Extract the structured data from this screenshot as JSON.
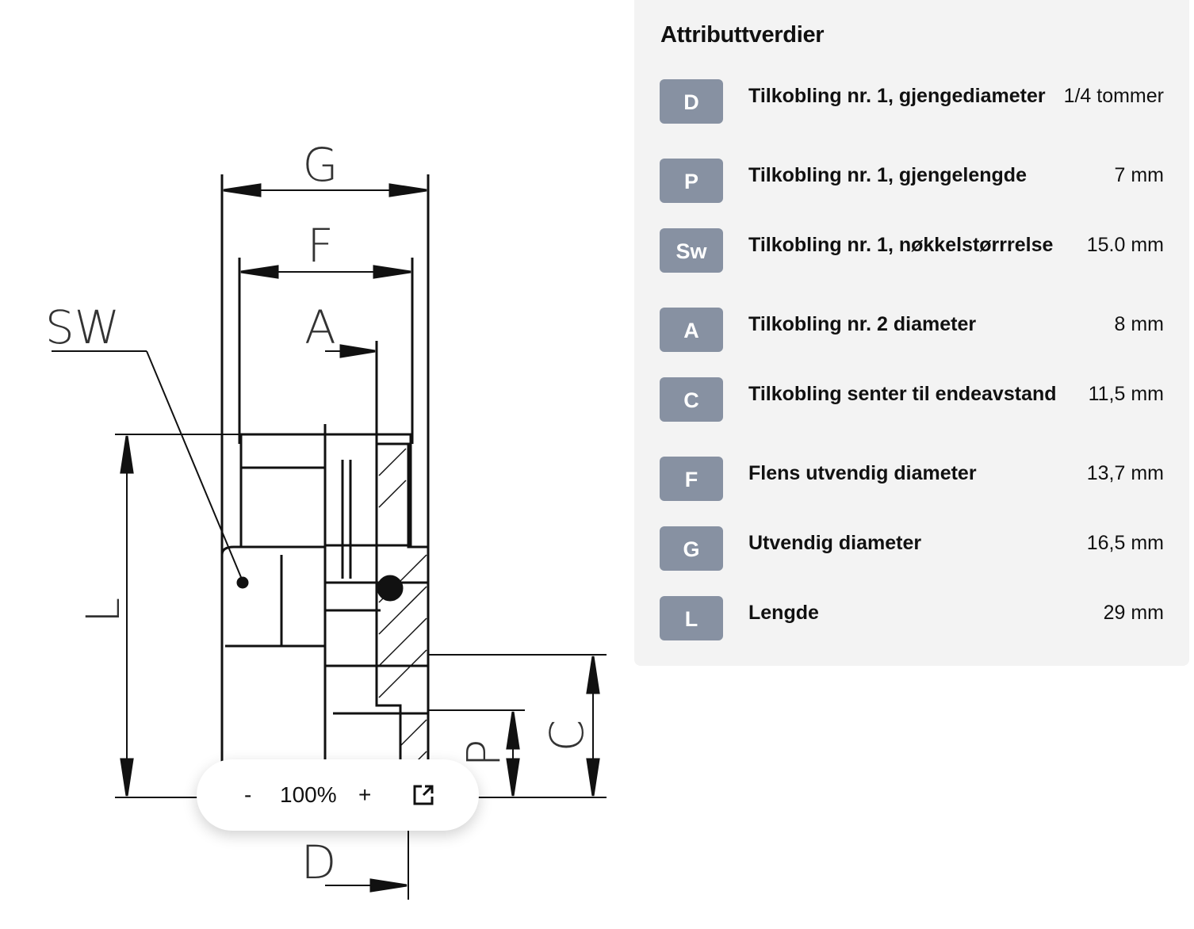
{
  "drawing": {
    "labels": {
      "G": "G",
      "F": "F",
      "A": "A",
      "SW": "SW",
      "L": "L",
      "P": "P",
      "C": "C",
      "D": "D"
    }
  },
  "zoom_controls": {
    "minus": "-",
    "level": "100%",
    "plus": "+",
    "open_icon": "open-external-icon"
  },
  "attributes": {
    "title": "Attributtverdier",
    "badge_color": "#8791a2",
    "items": [
      {
        "code": "D",
        "label": "Tilkobling nr. 1, gjengediameter",
        "value": "1/4 tommer"
      },
      {
        "code": "P",
        "label": "Tilkobling nr. 1, gjengelengde",
        "value": "7 mm"
      },
      {
        "code": "Sw",
        "label": "Tilkobling nr. 1, nøkkelstørrrelse",
        "value": "15.0 mm"
      },
      {
        "code": "A",
        "label": "Tilkobling nr. 2 diameter",
        "value": "8 mm"
      },
      {
        "code": "C",
        "label": "Tilkobling senter til endeavstand",
        "value": "11,5 mm"
      },
      {
        "code": "F",
        "label": "Flens utvendig diameter",
        "value": "13,7 mm"
      },
      {
        "code": "G",
        "label": "Utvendig diameter",
        "value": "16,5 mm"
      },
      {
        "code": "L",
        "label": "Lengde",
        "value": "29 mm"
      }
    ]
  }
}
